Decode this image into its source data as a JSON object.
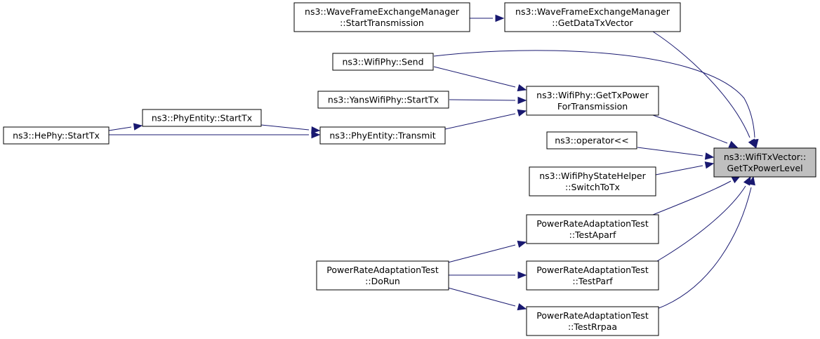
{
  "nodes": [
    {
      "id": "target",
      "lines": [
        "ns3::WifiTxVector::",
        "GetTxPowerLevel"
      ],
      "focus": true
    },
    {
      "id": "get_data_tx_vector",
      "lines": [
        "ns3::WaveFrameExchangeManager",
        "::GetDataTxVector"
      ]
    },
    {
      "id": "start_transmission",
      "lines": [
        "ns3::WaveFrameExchangeManager",
        "::StartTransmission"
      ]
    },
    {
      "id": "wifiphy_send",
      "lines": [
        "ns3::WifiPhy::Send"
      ]
    },
    {
      "id": "get_tx_power",
      "lines": [
        "ns3::WifiPhy::GetTxPower",
        "ForTransmission"
      ]
    },
    {
      "id": "yans_start_tx",
      "lines": [
        "ns3::YansWifiPhy::StartTx"
      ]
    },
    {
      "id": "phyentity_transmit",
      "lines": [
        "ns3::PhyEntity::Transmit"
      ]
    },
    {
      "id": "phyentity_start_tx",
      "lines": [
        "ns3::PhyEntity::StartTx"
      ]
    },
    {
      "id": "hephy_start_tx",
      "lines": [
        "ns3::HePhy::StartTx"
      ]
    },
    {
      "id": "operator_shift",
      "lines": [
        "ns3::operator<<"
      ]
    },
    {
      "id": "switch_to_tx",
      "lines": [
        "ns3::WifiPhyStateHelper",
        "::SwitchToTx"
      ]
    },
    {
      "id": "test_aparf",
      "lines": [
        "PowerRateAdaptationTest",
        "::TestAparf"
      ]
    },
    {
      "id": "do_run",
      "lines": [
        "PowerRateAdaptationTest",
        "::DoRun"
      ]
    },
    {
      "id": "test_parf",
      "lines": [
        "PowerRateAdaptationTest",
        "::TestParf"
      ]
    },
    {
      "id": "test_rrpaa",
      "lines": [
        "PowerRateAdaptationTest",
        "::TestRrpaa"
      ]
    }
  ],
  "edges": [
    {
      "from": "get_data_tx_vector",
      "to": "target"
    },
    {
      "from": "start_transmission",
      "to": "get_data_tx_vector"
    },
    {
      "from": "wifiphy_send",
      "to": "target"
    },
    {
      "from": "wifiphy_send",
      "to": "get_tx_power"
    },
    {
      "from": "get_tx_power",
      "to": "target"
    },
    {
      "from": "yans_start_tx",
      "to": "get_tx_power"
    },
    {
      "from": "phyentity_transmit",
      "to": "get_tx_power"
    },
    {
      "from": "phyentity_start_tx",
      "to": "phyentity_transmit"
    },
    {
      "from": "hephy_start_tx",
      "to": "phyentity_start_tx"
    },
    {
      "from": "hephy_start_tx",
      "to": "phyentity_transmit"
    },
    {
      "from": "operator_shift",
      "to": "target"
    },
    {
      "from": "switch_to_tx",
      "to": "target"
    },
    {
      "from": "test_aparf",
      "to": "target"
    },
    {
      "from": "test_parf",
      "to": "target"
    },
    {
      "from": "test_rrpaa",
      "to": "target"
    },
    {
      "from": "do_run",
      "to": "test_aparf"
    },
    {
      "from": "do_run",
      "to": "test_parf"
    },
    {
      "from": "do_run",
      "to": "test_rrpaa"
    }
  ]
}
